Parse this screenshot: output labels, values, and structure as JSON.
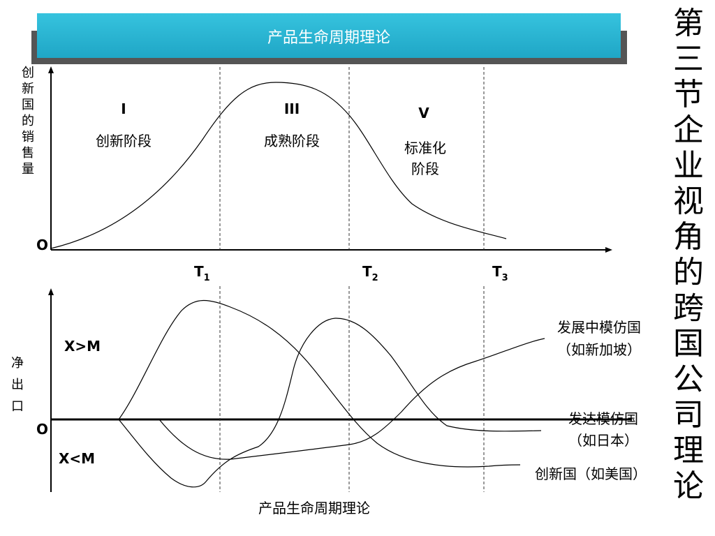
{
  "banner": {
    "title": "产品生命周期理论"
  },
  "side_title": "第三节 企业视角的跨国公司理论",
  "top_chart": {
    "y_axis_label": [
      "创",
      "新",
      "国",
      "的",
      "销",
      "售",
      "量"
    ],
    "origin": "O",
    "stages": [
      {
        "numeral": "I",
        "name": [
          "创新阶段"
        ]
      },
      {
        "numeral": "III",
        "name": [
          "成熟阶段"
        ]
      },
      {
        "numeral": "V",
        "name": [
          "标准化",
          "阶段"
        ]
      }
    ],
    "ticks": [
      {
        "main": "T",
        "sub": "1"
      },
      {
        "main": "T",
        "sub": "2"
      },
      {
        "main": "T",
        "sub": "3"
      }
    ]
  },
  "bottom_chart": {
    "y_axis_label": [
      "净",
      "出",
      "口"
    ],
    "origin": "O",
    "region_above": "X>M",
    "region_below": "X<M",
    "curve_labels": {
      "developing": [
        "发展中模仿国",
        "（如新加坡）"
      ],
      "developed": [
        "发达模仿国",
        "（如日本）"
      ],
      "innovator": "创新国（如美国）"
    },
    "caption": "产品生命周期理论"
  }
}
